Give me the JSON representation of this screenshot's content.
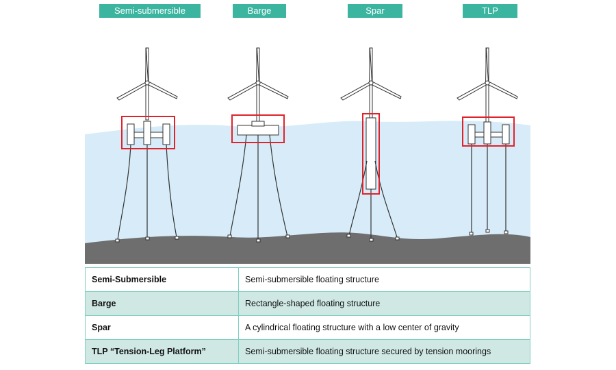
{
  "types": [
    {
      "key": "semi",
      "label": "Semi-submersible"
    },
    {
      "key": "barge",
      "label": "Barge"
    },
    {
      "key": "spar",
      "label": "Spar"
    },
    {
      "key": "tlp",
      "label": "TLP"
    }
  ],
  "table": {
    "rows": [
      {
        "term": "Semi-Submersible",
        "description": "Semi-submersible floating structure"
      },
      {
        "term": "Barge",
        "description": "Rectangle-shaped floating structure"
      },
      {
        "term": "Spar",
        "description": "A cylindrical floating structure with a low center of gravity"
      },
      {
        "term": "TLP “Tension-Leg Platform”",
        "description": "Semi-submersible floating structure secured by tension moorings"
      }
    ]
  },
  "colors": {
    "label_bg": "#3cb5a0",
    "water": "#d7ecf8",
    "seabed": "#6e6e6e",
    "highlight": "#e0222a",
    "table_border": "#7fd0c1",
    "table_alt_row": "#cfe8e3"
  }
}
